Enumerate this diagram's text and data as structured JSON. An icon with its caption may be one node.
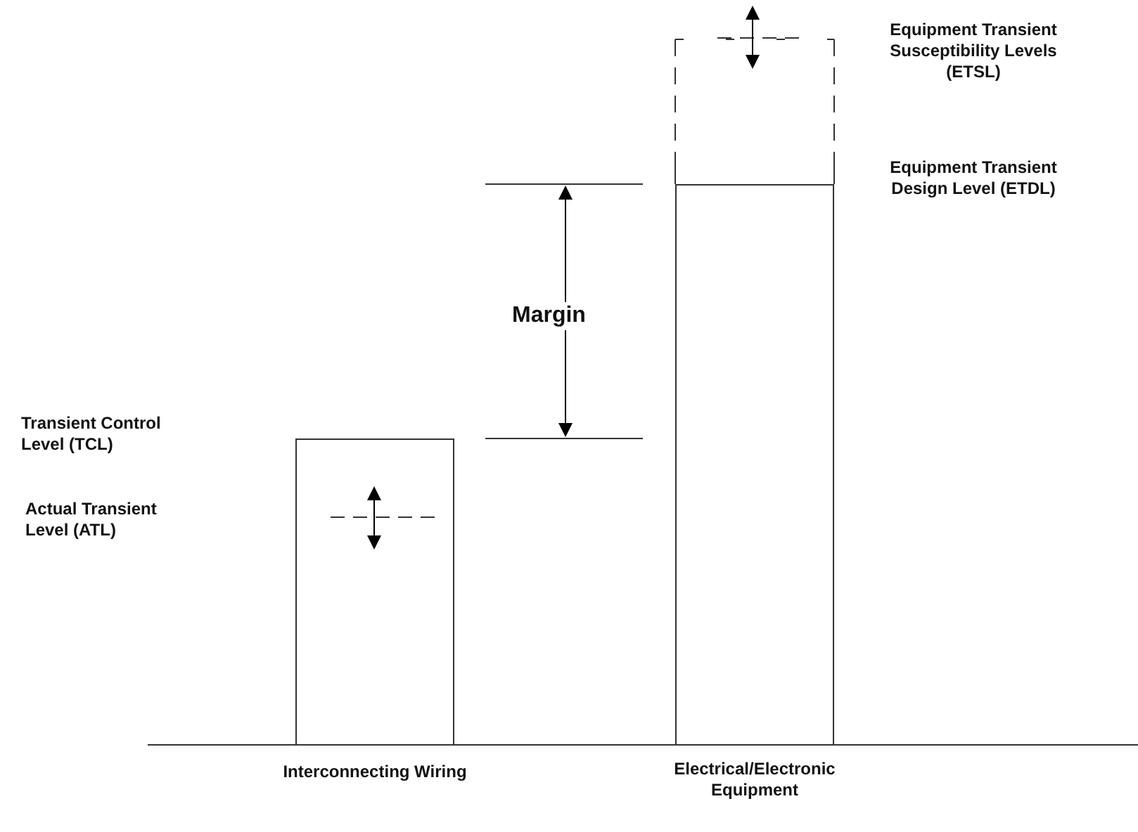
{
  "diagram": {
    "nodes": [
      {
        "text": [],
        "shape": "bar",
        "beside": [
          "Interconnecting Wiring"
        ]
      },
      {
        "text": [],
        "shape": "bar",
        "beside": [
          "Electrical/Electronic Equipment"
        ]
      }
    ],
    "edges": [],
    "labels": [
      "Equipment Transient Susceptibility Levels (ETSL)",
      "Equipment Transient Design Level (ETDL)",
      "Margin",
      "Transient Control Level (TCL)",
      "Actual Transient Level (ATL)"
    ]
  }
}
